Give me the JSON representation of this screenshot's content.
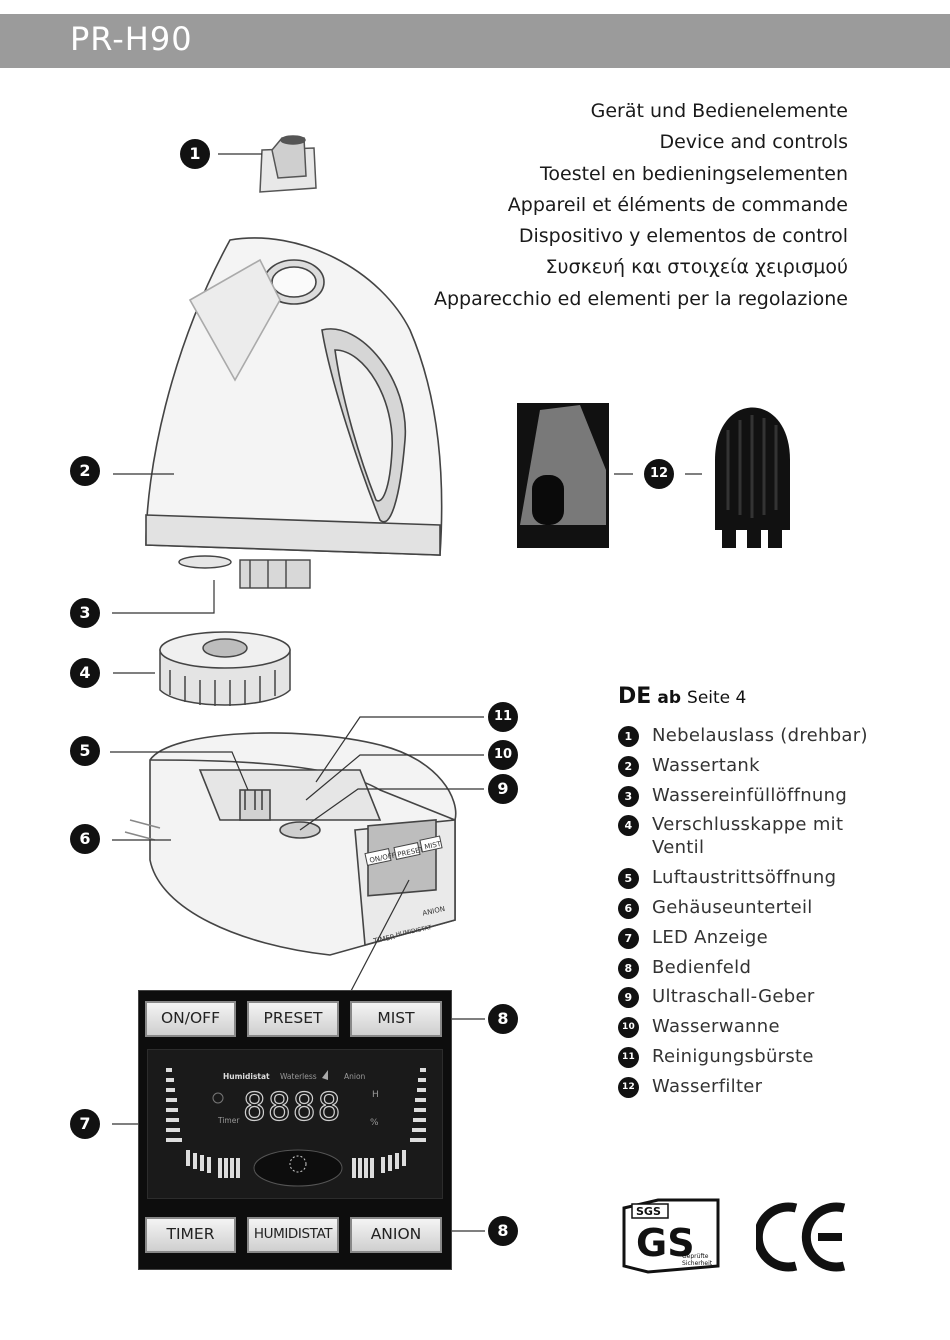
{
  "header": {
    "title": "PR-H90"
  },
  "section_titles": [
    "Gerät und Bedienelemente",
    "Device and controls",
    "Toestel en bedieningselementen",
    "Appareil et éléments de commande",
    "Dispositivo y elementos de control",
    "Συσκευή και στοιχεία χειρισμού",
    "Apparecchio ed elementi per la regolazione"
  ],
  "callouts": [
    "1",
    "2",
    "3",
    "4",
    "5",
    "6",
    "7",
    "8",
    "8",
    "9",
    "10",
    "11",
    "12"
  ],
  "language_ref": {
    "code": "DE",
    "ab": "ab",
    "seite": "Seite 4"
  },
  "parts": [
    {
      "num": "1",
      "label": "Nebelauslass (drehbar)"
    },
    {
      "num": "2",
      "label": "Wassertank"
    },
    {
      "num": "3",
      "label": "Wassereinfüllöffnung"
    },
    {
      "num": "4",
      "label": "Verschlusskappe mit Ventil"
    },
    {
      "num": "5",
      "label": "Luftaustrittsöffnung"
    },
    {
      "num": "6",
      "label": "Gehäuseunterteil"
    },
    {
      "num": "7",
      "label": "LED Anzeige"
    },
    {
      "num": "8",
      "label": "Bedienfeld"
    },
    {
      "num": "9",
      "label": "Ultraschall-Geber"
    },
    {
      "num": "10",
      "label": "Wasserwanne"
    },
    {
      "num": "11",
      "label": "Reinigungsbürste"
    },
    {
      "num": "12",
      "label": "Wasserfilter"
    }
  ],
  "control_panel": {
    "top_buttons": [
      "ON/OFF",
      "PRESET",
      "MIST"
    ],
    "bottom_buttons": [
      "TIMER",
      "HUMIDISTAT",
      "ANION"
    ],
    "display_labels": {
      "humidistat": "Humidistat",
      "waterless": "Waterless",
      "anion": "Anion",
      "timer": "Timer",
      "h": "H",
      "percent": "%"
    },
    "display_digits": "8888"
  },
  "small_panel_labels": [
    "ON/OFF",
    "PRESET",
    "MIST",
    "TIMER",
    "HUMIDISTAT",
    "ANION"
  ],
  "logos": {
    "sgs": "SGS",
    "gs": "GS",
    "gs_sub1": "Geprüfte",
    "gs_sub2": "Sicherheit",
    "ce": "CE"
  }
}
